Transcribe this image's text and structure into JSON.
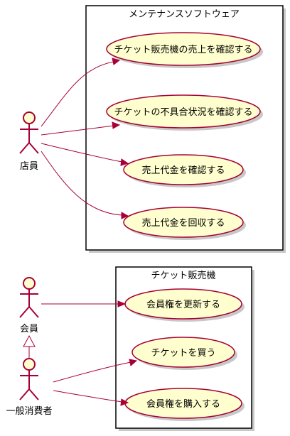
{
  "systems": [
    {
      "title": "メンテナンスソフトウェア",
      "use_cases": [
        "チケット販売機の売上を確認する",
        "チケットの不具合状況を確認する",
        "売上代金を確認する",
        "売上代金を回収する"
      ]
    },
    {
      "title": "チケット販売機",
      "use_cases": [
        "会員権を更新する",
        "チケットを買う",
        "会員権を購入する"
      ]
    }
  ],
  "actors": [
    "店員",
    "会員",
    "一般消費者"
  ],
  "colors": {
    "use_case_fill": "#fefece",
    "line": "#a80036",
    "box_border": "#000000"
  }
}
